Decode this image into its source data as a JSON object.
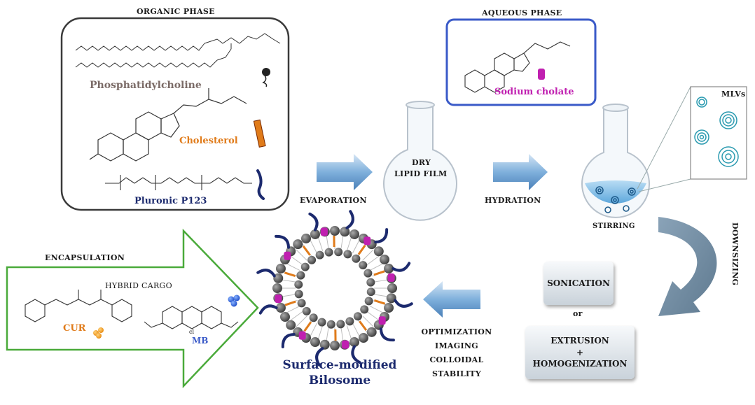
{
  "organic": {
    "title": "ORGANIC PHASE",
    "phosphatidylcholine": "Phosphatidylcholine",
    "cholesterol": "Cholesterol",
    "pluronic": "Pluronic P123"
  },
  "aqueous": {
    "title": "AQUEOUS PHASE",
    "sodium_cholate": "Sodium cholate"
  },
  "steps": {
    "evaporation": "EVAPORATION",
    "dry": "DRY",
    "lipid_film": "LIPID FILM",
    "hydration": "HYDRATION",
    "mlvs": "MLVs",
    "stirring": "STIRRING",
    "downsizing": "DOWNSIZING",
    "sonication": "SONICATION",
    "or": "or",
    "extrusion": "EXTRUSION",
    "plus": "+",
    "homogenization": "HOMOGENIZATION",
    "optimization": "OPTIMIZATION",
    "imaging": "IMAGING",
    "colloidal": "COLLOIDAL",
    "stability": "STABILITY"
  },
  "cargo": {
    "encapsulation": "ENCAPSULATION",
    "hybrid": "HYBRID CARGO",
    "cur": "CUR",
    "mb": "MB",
    "cl": "cl"
  },
  "bilosome": {
    "line1": "Surface-modified",
    "line2": "Bilosome"
  },
  "colors": {
    "phosphatidylcholine": "#7a6a66",
    "cholesterol": "#e07b1a",
    "pluronic": "#1c2a6e",
    "sodium_cholate": "#c020b0",
    "aqueous_border": "#3a5ac8",
    "cargo_border": "#4aaa3a",
    "arrow": "#6a9ed0",
    "bilosome_title": "#1c2a6e"
  }
}
